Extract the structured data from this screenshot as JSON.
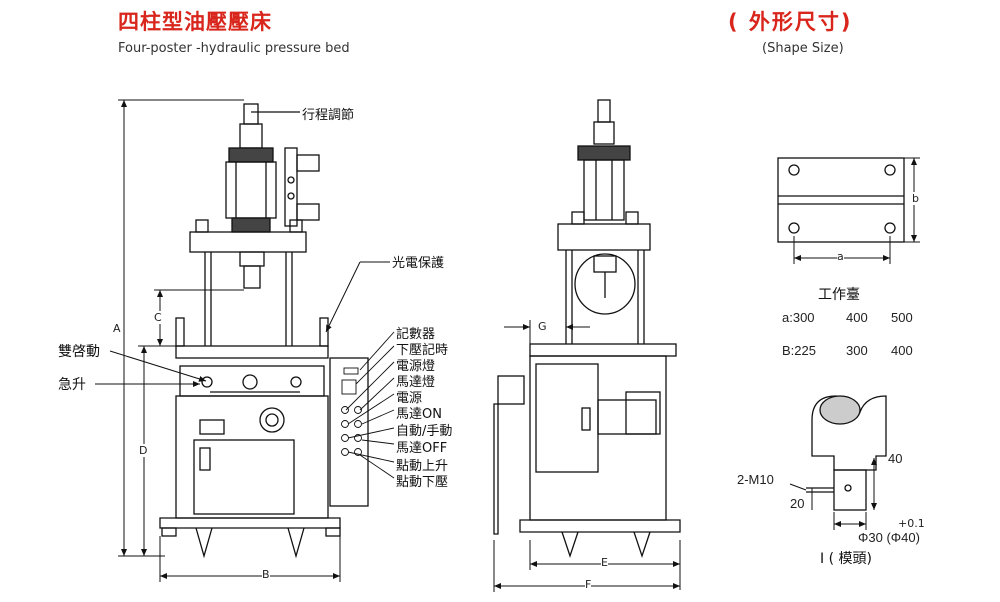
{
  "header": {
    "title": "四柱型油壓壓床",
    "subtitle": "Four-poster -hydraulic pressure bed",
    "right_title": "( 外形尺寸)",
    "right_subtitle": "(Shape Size)"
  },
  "front_view": {
    "stroke_adjust": "行程調節",
    "photo_guard": "光電保護",
    "dual_start": "雙啓動",
    "quick_rise": "急升",
    "dim_A": "A",
    "dim_B": "B",
    "dim_C": "C",
    "dim_D": "D",
    "panel_labels": [
      "記數器",
      "下壓記時",
      "電源燈",
      "馬達燈",
      "電源",
      "馬達ON",
      "自動/手動",
      "馬達OFF",
      "點動上升",
      "點動下壓"
    ]
  },
  "side_view": {
    "dim_E": "E",
    "dim_F": "F",
    "dim_G": "G"
  },
  "table": {
    "dim_a": "a",
    "dim_b": "b",
    "title": "工作臺",
    "row_a": [
      "a:300",
      "400",
      "500"
    ],
    "row_b": [
      "B:225",
      "300",
      "400"
    ]
  },
  "die_head": {
    "thread": "2-M10",
    "depth": "20",
    "height": "40",
    "tol": "+0.1",
    "diameter": "Φ30 (Φ40)",
    "caption": "I ( 模頭)"
  }
}
